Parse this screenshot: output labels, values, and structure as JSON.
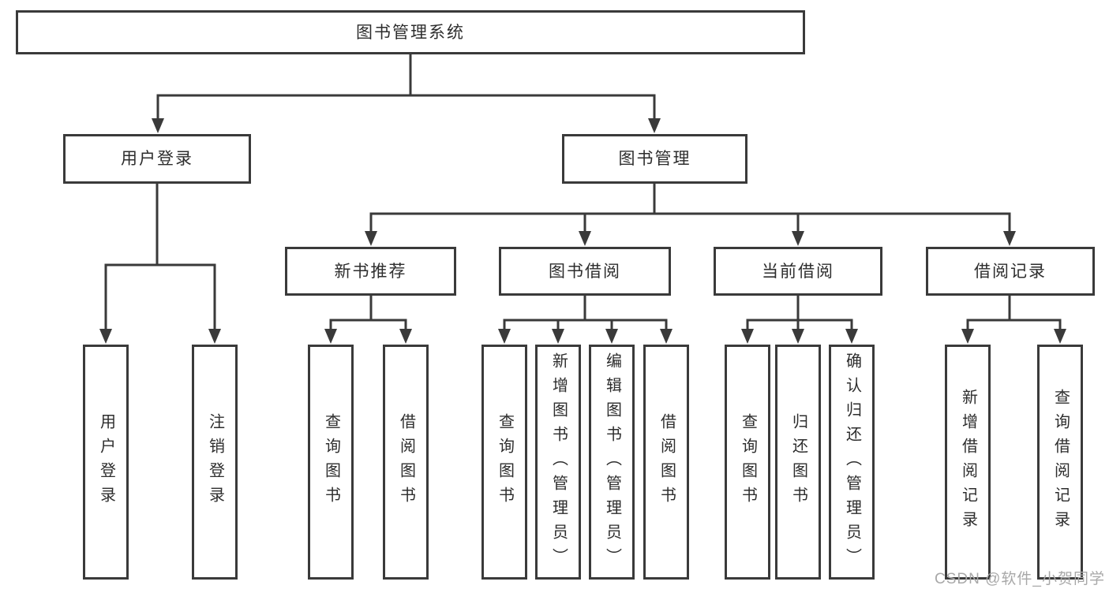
{
  "title": "图书管理系统",
  "colors": {
    "line": "#3a3a3a",
    "text": "#2d2d2d",
    "box_bg": "#ffffff",
    "page_bg": "#ffffff",
    "watermark": "#a8a8a8"
  },
  "watermark": {
    "text": "CSDN @软件_小贺同学"
  },
  "nodes": {
    "root": {
      "label": "图书管理系统"
    },
    "user_login": {
      "label": "用户登录"
    },
    "book_management": {
      "label": "图书管理"
    },
    "user_login_action": {
      "label": "用户登录"
    },
    "logout_action": {
      "label": "注销登录"
    },
    "new_book_recommend": {
      "label": "新书推荐"
    },
    "book_borrowing": {
      "label": "图书借阅"
    },
    "current_borrowing": {
      "label": "当前借阅"
    },
    "borrowing_records": {
      "label": "借阅记录"
    },
    "recommend_query_books": {
      "label": "查询图书"
    },
    "recommend_borrow_books": {
      "label": "借阅图书"
    },
    "borrowing_query_books": {
      "label": "查询图书"
    },
    "borrowing_add_books": {
      "label": "新增图书（管理员）"
    },
    "borrowing_edit_books": {
      "label": "编辑图书（管理员）"
    },
    "borrowing_borrow_books": {
      "label": "借阅图书"
    },
    "current_query_books": {
      "label": "查询图书"
    },
    "current_return_books": {
      "label": "归还图书"
    },
    "current_confirm_return": {
      "label": "确认归还（管理员）"
    },
    "records_add_record": {
      "label": "新增借阅记录"
    },
    "records_query_record": {
      "label": "查询借阅记录"
    }
  }
}
